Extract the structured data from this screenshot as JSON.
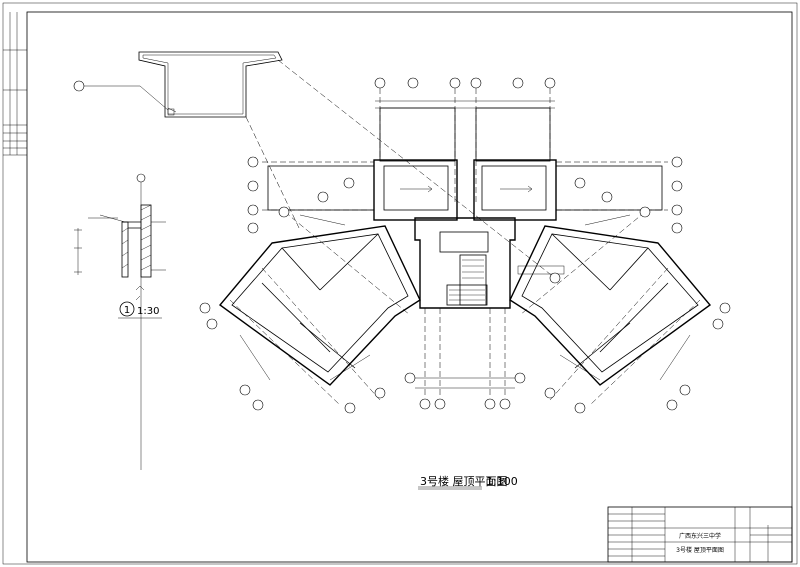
{
  "plan_title": "3号楼 屋顶平面图",
  "plan_scale": "1:100",
  "detail_label": "1",
  "detail_scale": "1:30",
  "title_block": {
    "project": "广西东兴三中学",
    "drawing_name": "3号楼 屋顶平面图"
  }
}
